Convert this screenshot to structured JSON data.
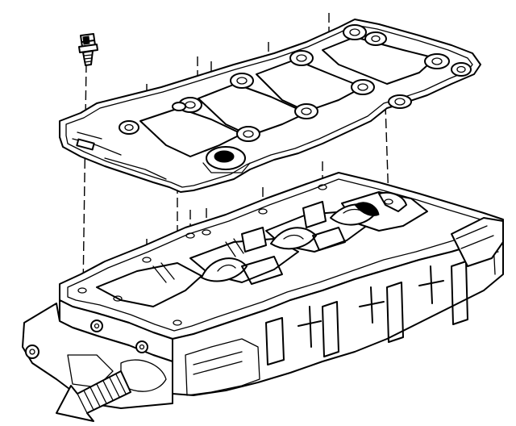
{
  "diagram": {
    "subject": "",
    "parts": [
      {
        "id": "bolt",
        "label": ""
      },
      {
        "id": "oil-pan-gasket-plate",
        "label": ""
      },
      {
        "id": "engine-block-lower",
        "label": ""
      },
      {
        "id": "front-arrow",
        "label": ""
      }
    ]
  },
  "colors": {
    "line": "#000000",
    "background": "#ffffff"
  }
}
